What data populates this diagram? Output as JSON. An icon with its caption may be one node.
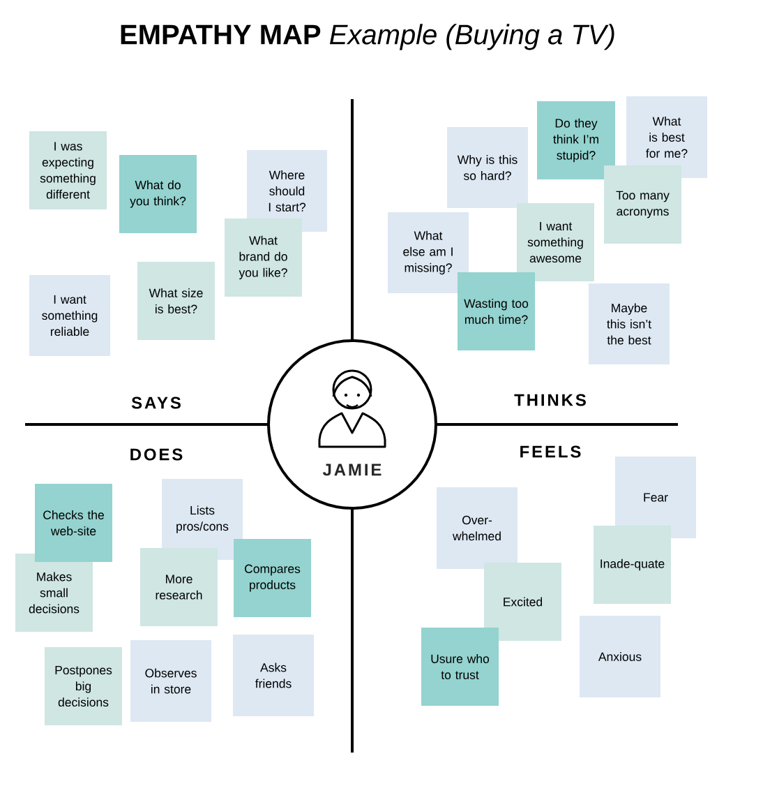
{
  "diagram": {
    "title": "**EMPATHY MAP** *Example (Buying a TV)*",
    "nodes": [
      {
        "text": [
          "I was expecting something different"
        ]
      },
      {
        "text": [
          "What do you think?"
        ]
      },
      {
        "text": [
          "Where should I start?"
        ]
      },
      {
        "text": [
          "What brand do you like?"
        ]
      },
      {
        "text": [
          "I want something reliable"
        ]
      },
      {
        "text": [
          "What size is best?"
        ]
      },
      {
        "text": [
          "Why is this so hard?"
        ]
      },
      {
        "text": [
          "Do they think I’m stupid?"
        ]
      },
      {
        "text": [
          "What is best for me?"
        ]
      },
      {
        "text": [
          "Too many acronyms"
        ]
      },
      {
        "text": [
          "What else am I missing?"
        ]
      },
      {
        "text": [
          "I want something awesome"
        ]
      },
      {
        "text": [
          "Wasting too much time?"
        ]
      },
      {
        "text": [
          "Maybe this isn’t the best"
        ]
      },
      {
        "text": [
          "Checks the web-site"
        ]
      },
      {
        "text": [
          "Makes small decisions"
        ]
      },
      {
        "text": [
          "Lists pros/cons"
        ]
      },
      {
        "text": [
          "More research"
        ]
      },
      {
        "text": [
          "Compares products"
        ]
      },
      {
        "text": [
          "Postpones big decisions"
        ]
      },
      {
        "text": [
          "Observes in store"
        ]
      },
      {
        "text": [
          "Asks friends"
        ]
      },
      {
        "text": [
          "Fear"
        ]
      },
      {
        "text": [
          "Over-whelmed"
        ]
      },
      {
        "text": [
          "Inade-quate"
        ]
      },
      {
        "text": [
          "Excited"
        ]
      },
      {
        "text": [
          "Usure who to trust"
        ]
      },
      {
        "text": [
          "Anxious"
        ]
      },
      {
        "text": [
          "JAMIE"
        ]
      }
    ],
    "edges": [],
    "labels": [
      "SAYS",
      "THINKS",
      "DOES",
      "FEELS"
    ]
  }
}
